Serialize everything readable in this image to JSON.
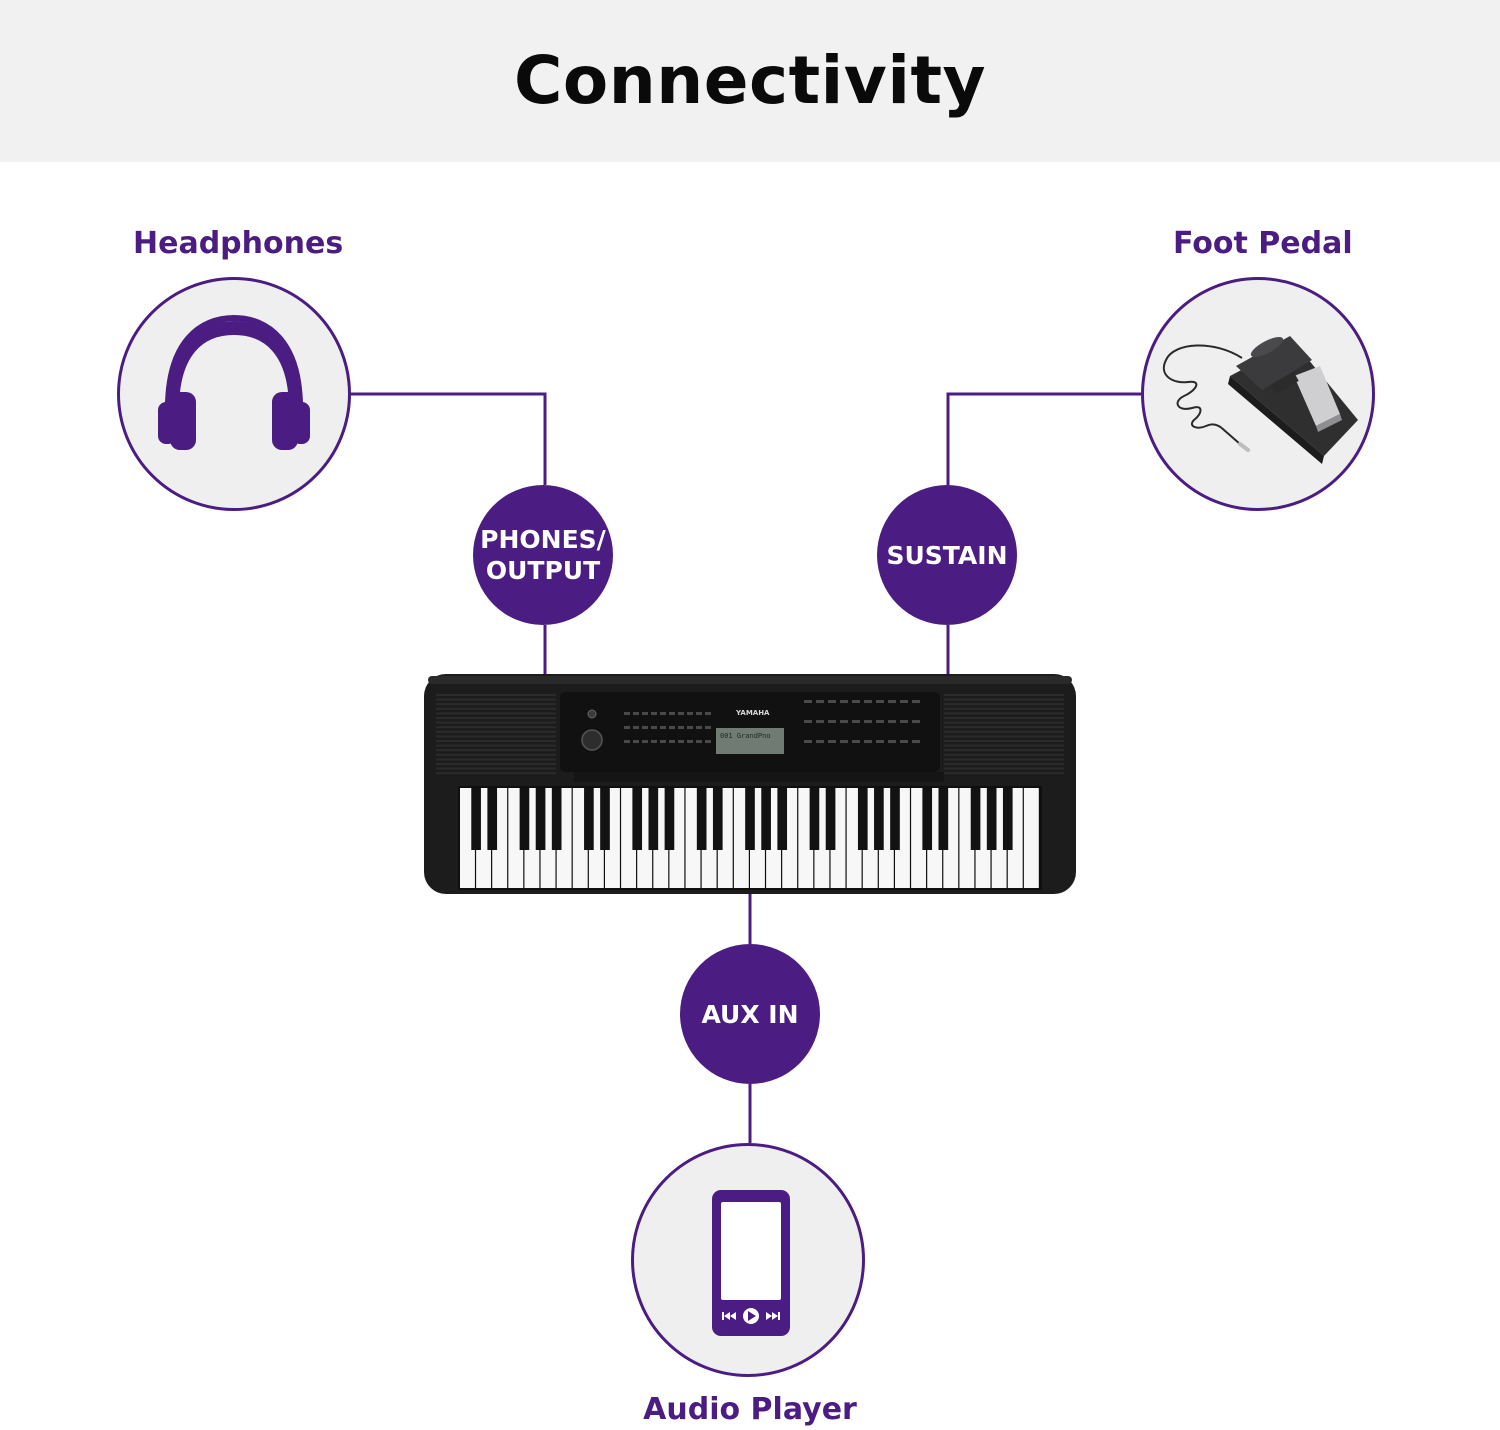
{
  "title": "Connectivity",
  "devices": {
    "headphones": {
      "label": "Headphones",
      "icon": "headphones-icon"
    },
    "foot_pedal": {
      "label": "Foot Pedal",
      "icon": "sustain-pedal-icon"
    },
    "audio_player": {
      "label": "Audio Player",
      "icon": "media-player-icon"
    }
  },
  "ports": {
    "phones": {
      "label": "PHONES/\nOUTPUT"
    },
    "sustain": {
      "label": "SUSTAIN"
    },
    "aux": {
      "label": "AUX IN"
    }
  },
  "keyboard": {
    "icon": "digital-keyboard-icon",
    "brand": "YAMAHA",
    "display_text": "001 GrandPno"
  },
  "colors": {
    "accent": "#4b1d82",
    "header_band": "#f1f1f1",
    "circle_fill": "#efefef",
    "keyboard_body": "#1c1c1c"
  }
}
